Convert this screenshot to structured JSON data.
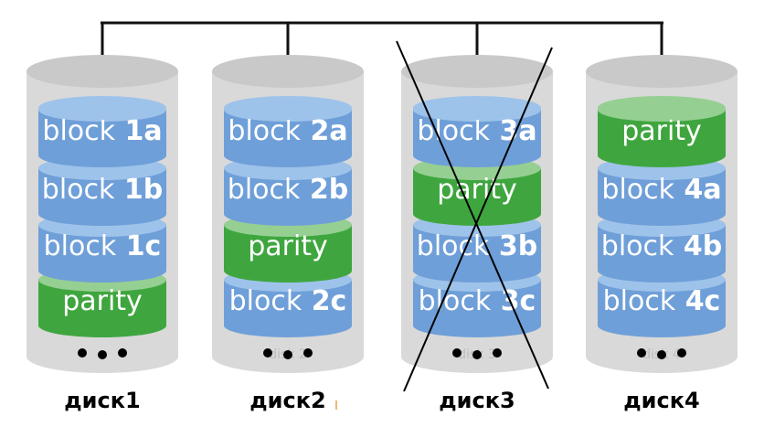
{
  "colors": {
    "blue": "#6f9fd8",
    "blue_dark": "#4e82c4",
    "blue_top": "#9ec3ea",
    "green": "#3fa63f",
    "green_top": "#96cf92",
    "housing": "#d9d9d9",
    "housing_dark": "#a9a9a9",
    "wire": "#111111"
  },
  "disks": [
    {
      "name": "диск1",
      "small_label": "",
      "failed": false,
      "blocks": [
        {
          "kind": "data",
          "word": "block",
          "id": "1a"
        },
        {
          "kind": "data",
          "word": "block",
          "id": "1b"
        },
        {
          "kind": "data",
          "word": "block",
          "id": "1c"
        },
        {
          "kind": "parity",
          "word": "parity",
          "id": ""
        }
      ]
    },
    {
      "name": "диск2",
      "small_label": "disk 2",
      "failed": false,
      "blocks": [
        {
          "kind": "data",
          "word": "block",
          "id": "2a"
        },
        {
          "kind": "data",
          "word": "block",
          "id": "2b"
        },
        {
          "kind": "parity",
          "word": "parity",
          "id": ""
        },
        {
          "kind": "data",
          "word": "block",
          "id": "2c"
        }
      ]
    },
    {
      "name": "диск3",
      "small_label": "disk 3",
      "failed": true,
      "blocks": [
        {
          "kind": "data",
          "word": "block",
          "id": "3a"
        },
        {
          "kind": "parity",
          "word": "parity",
          "id": ""
        },
        {
          "kind": "data",
          "word": "block",
          "id": "3b"
        },
        {
          "kind": "data",
          "word": "block",
          "id": "3c"
        }
      ]
    },
    {
      "name": "диск4",
      "small_label": "disk 4",
      "failed": false,
      "blocks": [
        {
          "kind": "parity",
          "word": "parity",
          "id": ""
        },
        {
          "kind": "data",
          "word": "block",
          "id": "4a"
        },
        {
          "kind": "data",
          "word": "block",
          "id": "4b"
        },
        {
          "kind": "data",
          "word": "block",
          "id": "4c"
        }
      ]
    }
  ]
}
